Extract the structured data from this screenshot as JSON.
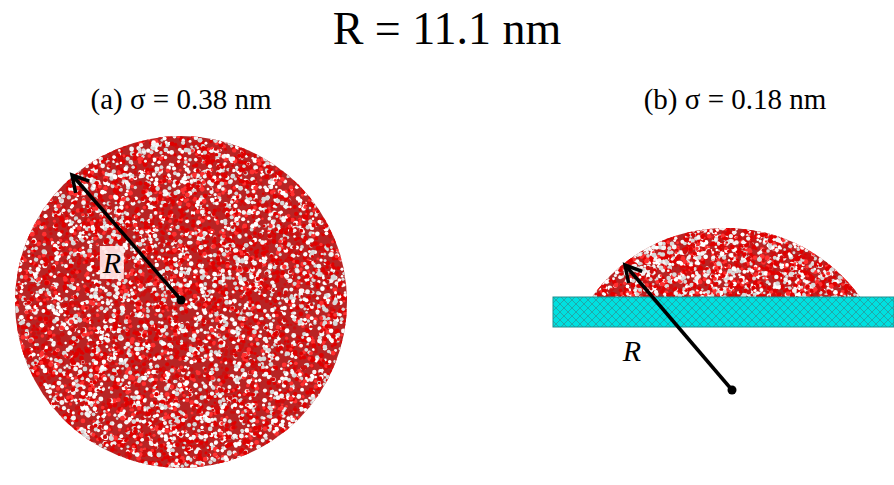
{
  "diagram": {
    "title": "R = 11.1 nm",
    "labels": [
      "(a) σ = 0.38 nm",
      "(b) σ = 0.18 nm",
      "R",
      "R"
    ]
  }
}
